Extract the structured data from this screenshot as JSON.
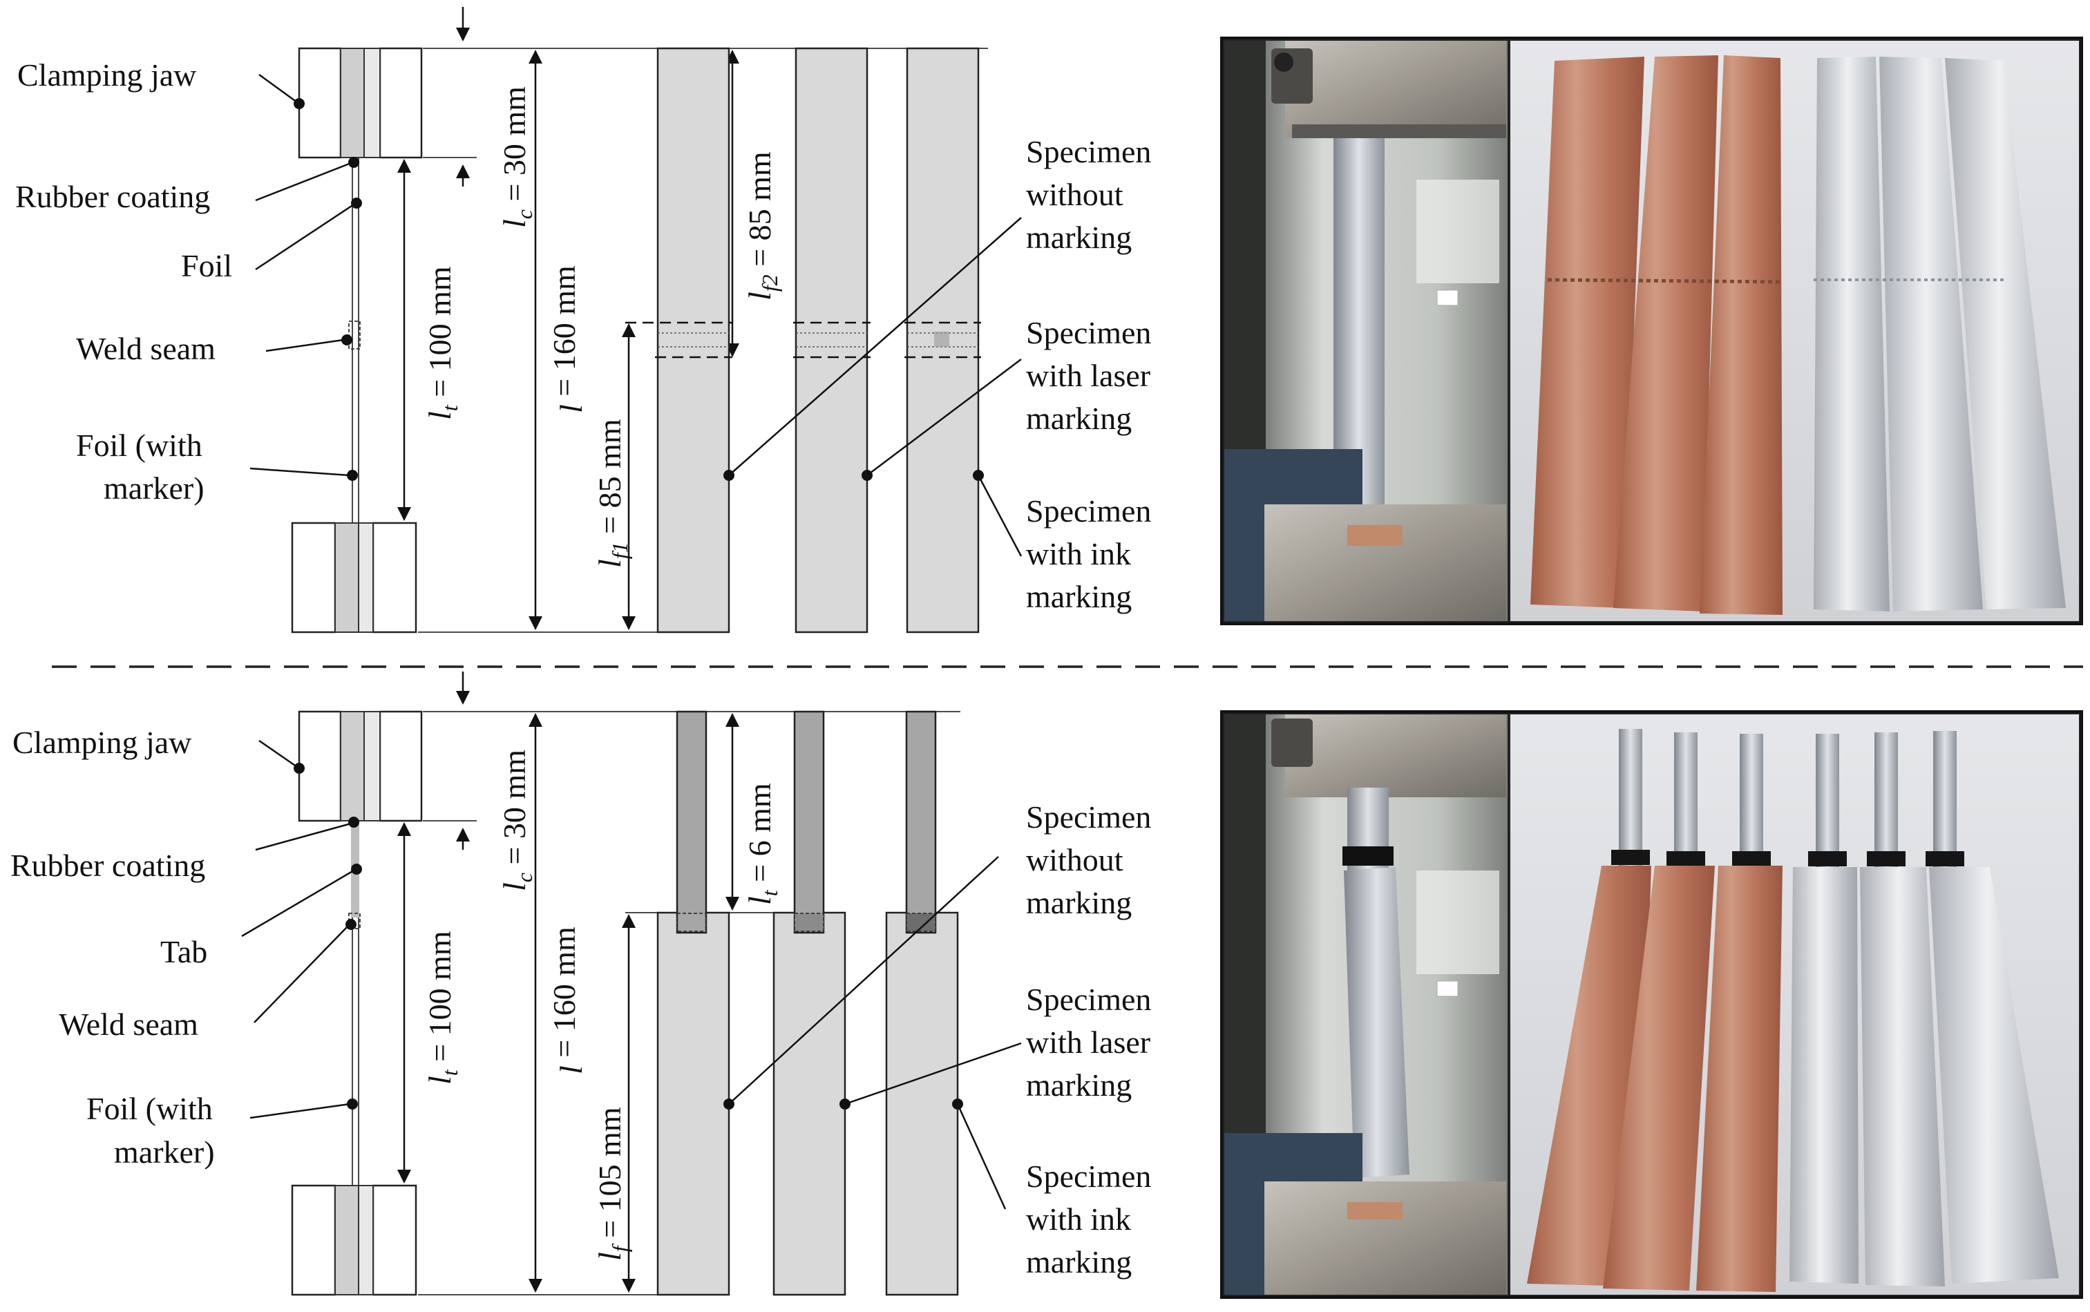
{
  "top_panel": {
    "labels": {
      "clamping_jaw": "Clamping jaw",
      "rubber_coating": "Rubber coating",
      "foil": "Foil",
      "weld_seam": "Weld seam",
      "foil_marker_1": "Foil (with",
      "foil_marker_2": "marker)"
    },
    "dims": {
      "lc": {
        "sym": "l",
        "sub": "c",
        "val": " = 30 mm"
      },
      "lt": {
        "sym": "l",
        "sub": "t",
        "val": " = 100 mm"
      },
      "l": {
        "sym": "l",
        "sub": "",
        "val": " = 160 mm"
      },
      "lf1": {
        "sym": "l",
        "sub": "f1",
        "val": " = 85 mm"
      },
      "lf2": {
        "sym": "l",
        "sub": "f2",
        "val": " = 85 mm"
      }
    },
    "specimens": [
      [
        "Specimen",
        "without",
        "marking"
      ],
      [
        "Specimen",
        "with laser",
        "marking"
      ],
      [
        "Specimen",
        "with ink",
        "marking"
      ]
    ]
  },
  "bottom_panel": {
    "labels": {
      "clamping_jaw": "Clamping jaw",
      "rubber_coating": "Rubber coating",
      "tab": "Tab",
      "weld_seam": "Weld seam",
      "foil_marker_1": "Foil (with",
      "foil_marker_2": "marker)"
    },
    "dims": {
      "lc": {
        "sym": "l",
        "sub": "c",
        "val": " = 30 mm"
      },
      "lt": {
        "sym": "l",
        "sub": "t",
        "val": " = 100 mm"
      },
      "l": {
        "sym": "l",
        "sub": "",
        "val": " = 160 mm"
      },
      "lf": {
        "sym": "l",
        "sub": "f",
        "val": " = 105 mm"
      },
      "lt6": {
        "sym": "l",
        "sub": "t",
        "val": " = 6 mm"
      }
    },
    "specimens": [
      [
        "Specimen",
        "without",
        "marking"
      ],
      [
        "Specimen",
        "with laser",
        "marking"
      ],
      [
        "Specimen",
        "with ink",
        "marking"
      ]
    ]
  },
  "colors": {
    "copper": "#b87258",
    "aluminium": "#c9ccd0",
    "steel_fixture": "#a9a59f",
    "photo_bg": "#dedfe2",
    "strip_gray": "#d9d9d9",
    "tab_gray": "#a6a6a6"
  }
}
